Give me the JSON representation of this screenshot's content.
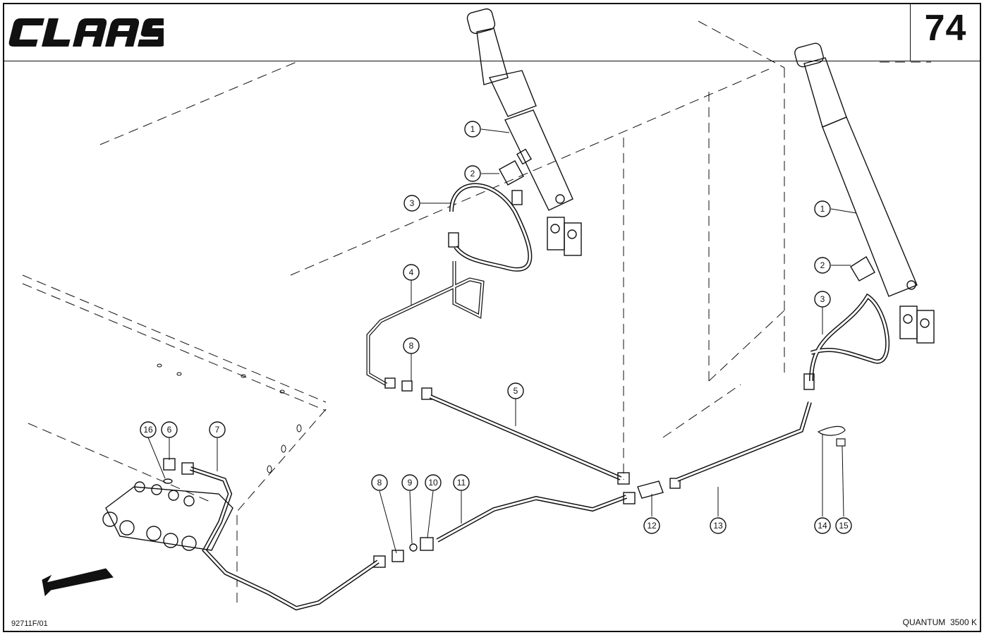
{
  "header": {
    "brand": "CLAAS",
    "page_number": "74"
  },
  "footer": {
    "drawing_id": "92711F/01",
    "model": "QUANTUM  3500 K"
  },
  "callouts": [
    {
      "id": "c1a",
      "label": "1"
    },
    {
      "id": "c2a",
      "label": "2"
    },
    {
      "id": "c3a",
      "label": "3"
    },
    {
      "id": "c4",
      "label": "4"
    },
    {
      "id": "c8a",
      "label": "8"
    },
    {
      "id": "c5",
      "label": "5"
    },
    {
      "id": "c1b",
      "label": "1"
    },
    {
      "id": "c2b",
      "label": "2"
    },
    {
      "id": "c3b",
      "label": "3"
    },
    {
      "id": "c16",
      "label": "16"
    },
    {
      "id": "c6",
      "label": "6"
    },
    {
      "id": "c7",
      "label": "7"
    },
    {
      "id": "c8b",
      "label": "8"
    },
    {
      "id": "c9",
      "label": "9"
    },
    {
      "id": "c10",
      "label": "10"
    },
    {
      "id": "c11",
      "label": "11"
    },
    {
      "id": "c12",
      "label": "12"
    },
    {
      "id": "c13",
      "label": "13"
    },
    {
      "id": "c14",
      "label": "14"
    },
    {
      "id": "c15",
      "label": "15"
    }
  ],
  "colors": {
    "ink": "#111111",
    "paper": "#ffffff"
  },
  "icons": {
    "direction": "direction-arrow-icon"
  }
}
